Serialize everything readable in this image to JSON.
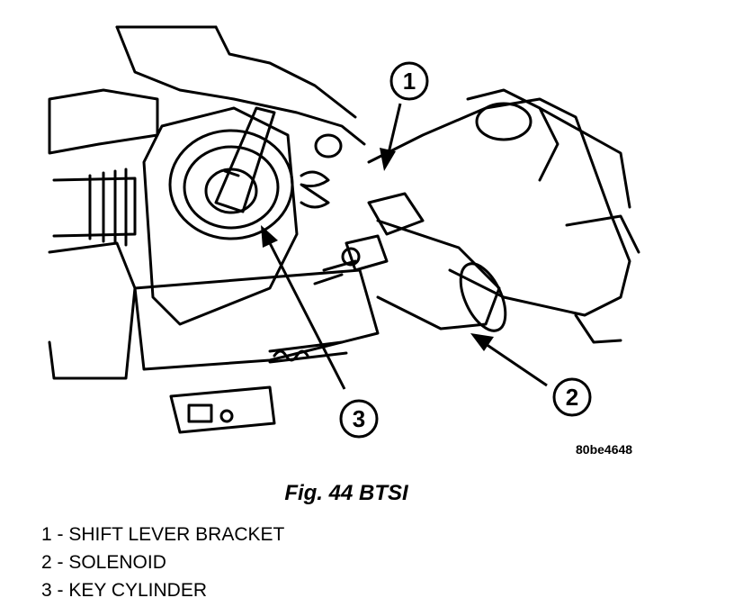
{
  "figure": {
    "code": "80be4648",
    "caption": "Fig. 44 BTSI"
  },
  "callouts": [
    "1",
    "2",
    "3"
  ],
  "legend": [
    "1 - SHIFT LEVER BRACKET",
    "2 - SOLENOID",
    "3 - KEY CYLINDER"
  ]
}
